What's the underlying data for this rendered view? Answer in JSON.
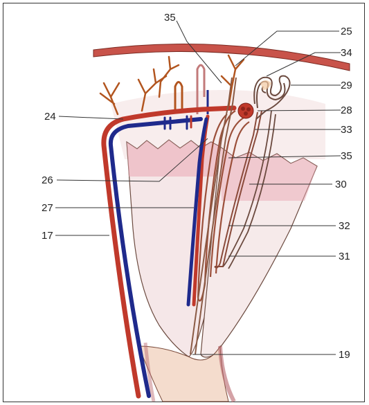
{
  "labels": {
    "l35a": "35",
    "l25": "25",
    "l34": "34",
    "l29": "29",
    "l24": "24",
    "l28": "28",
    "l33": "33",
    "l35b": "35",
    "l26": "26",
    "l30": "30",
    "l27": "27",
    "l32": "32",
    "l17": "17",
    "l31": "31",
    "l19": "19"
  },
  "colors": {
    "artery": "#c0392b",
    "vein": "#1f2a8c",
    "tissue_pink": "#f2c6cc",
    "capsule_band": "#c8534a",
    "pyramid_fill": "#f6ecec",
    "outline": "#5a3b2e",
    "leader": "#333333"
  }
}
